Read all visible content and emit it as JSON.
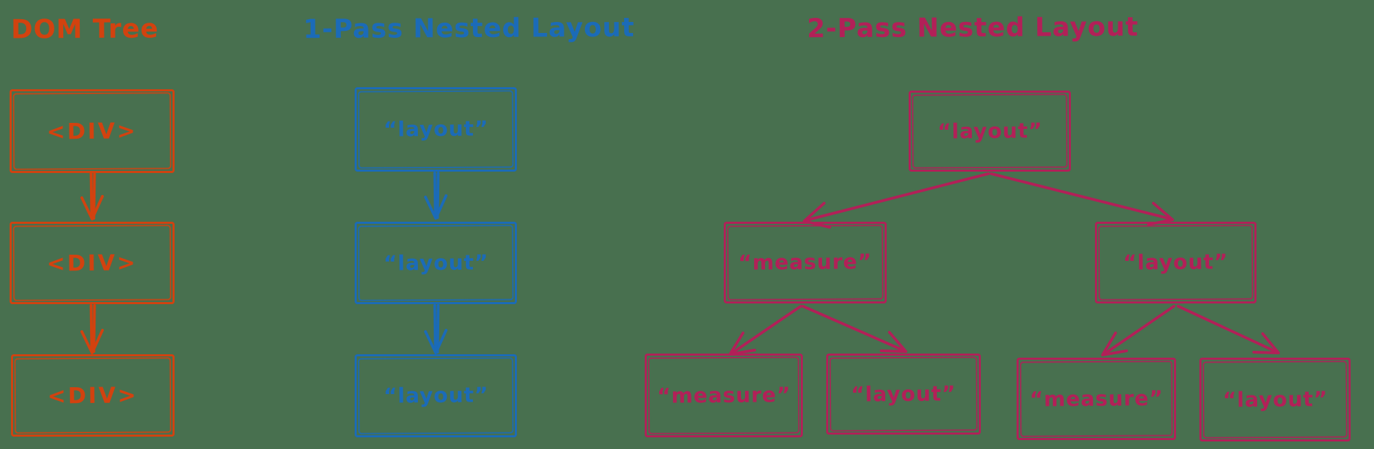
{
  "background_color": "#48704f",
  "diagrams": [
    {
      "id": "dom-tree",
      "title": "DOM Tree",
      "color": "#d2420f",
      "nodes": [
        "<DIV>",
        "<DIV>",
        "<DIV>"
      ]
    },
    {
      "id": "one-pass-nested-layout",
      "title": "1-Pass Nested Layout",
      "color": "#1b6bb8",
      "nodes": [
        "“layout”",
        "“layout”",
        "“layout”"
      ]
    },
    {
      "id": "two-pass-nested-layout",
      "title": "2-Pass Nested Layout",
      "color": "#b22058",
      "root": "“layout”",
      "children": [
        "“measure”",
        "“layout”"
      ],
      "leaves": [
        "“measure”",
        "“layout”",
        "“measure”",
        "“layout”"
      ]
    }
  ]
}
